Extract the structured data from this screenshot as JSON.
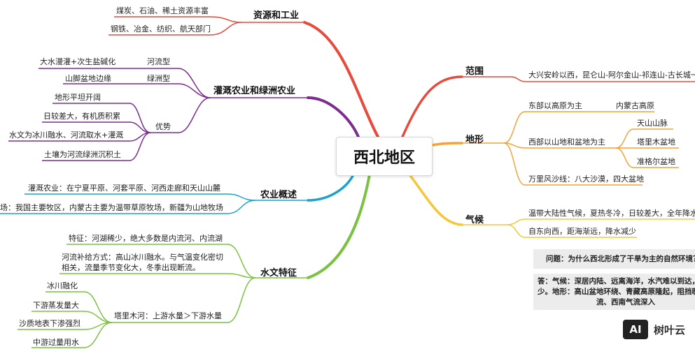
{
  "center": "西北地区",
  "colors": {
    "resources": "#e84a3c",
    "irrigation": "#7b2d8e",
    "agriculture": "#1fa2c7",
    "hydrology": "#7cc242",
    "scope": "#e84a3c",
    "terrain": "#f4a23a",
    "climate": "#f5c53a"
  },
  "resources": {
    "title": "资源和工业",
    "items": [
      "煤炭、石油、稀土资源丰富",
      "钢铁、冶金、纺织、航天部门"
    ]
  },
  "irrigation": {
    "title": "灌溉农业和绿洲农业",
    "river_type": "河流型",
    "river_item": "大水漫灌+次生盐碱化",
    "oasis_type": "绿洲型",
    "oasis_item": "山脚盆地边缘",
    "adv_label": "优势",
    "advantages": [
      "地形平坦开阔",
      "日较差大，有机质积累",
      "水文为冰川融水、河流取水+灌溉",
      "土壤为河流绿洲沉积土"
    ]
  },
  "agriculture": {
    "title": "农业概述",
    "items": [
      "灌溉农业：在宁夏平原、河套平原、河西走廊和天山山麓",
      "场：我国主要牧区，内蒙古主要为温带草原牧场，新疆为山地牧场"
    ]
  },
  "hydrology": {
    "title": "水文特征",
    "feature": "特征：河湖稀少，绝大多数是内流河、内流湖",
    "supply_line1": "河流补给方式：高山冰川融水。与气温变化密切",
    "supply_line2": "相关，流量季节变化大，冬季出现断流。",
    "tarim": "塔里木河：上游水量＞下游水量",
    "tarim_items": [
      "冰川融化",
      "下游蒸发量大",
      "沙质地表下渗强烈",
      "中游过量用水"
    ]
  },
  "scope": {
    "title": "范围",
    "item": "大兴安岭以西，昆仑山-阿尔金山-祁连山-古长城一线"
  },
  "terrain": {
    "title": "地形",
    "east": "东部以高原为主",
    "east_sub": "内蒙古高原",
    "west": "西部以山地和盆地为主",
    "west_items": [
      "天山山脉",
      "塔里木盆地",
      "准格尔盆地"
    ],
    "wind": "万里风沙线：八大沙漠，四大盆地"
  },
  "climate": {
    "title": "气候",
    "items": [
      "温带大陆性气候，夏热冬冷，日较差大，全年降水量少",
      "自东向西，距海渐远，降水减少"
    ]
  },
  "question": "问题：为什么西北形成了干旱为主的自然环境？",
  "answer_line1": "答：气候：深居内陆、远离海洋，水汽难以到达，降水",
  "answer_line2": "少。地形：高山盆地环绕、青藏高原隆起，阻挡暖湿气",
  "answer_line3": "流、西南气流深入",
  "watermark": {
    "logo": "AI",
    "text": "树叶云"
  }
}
